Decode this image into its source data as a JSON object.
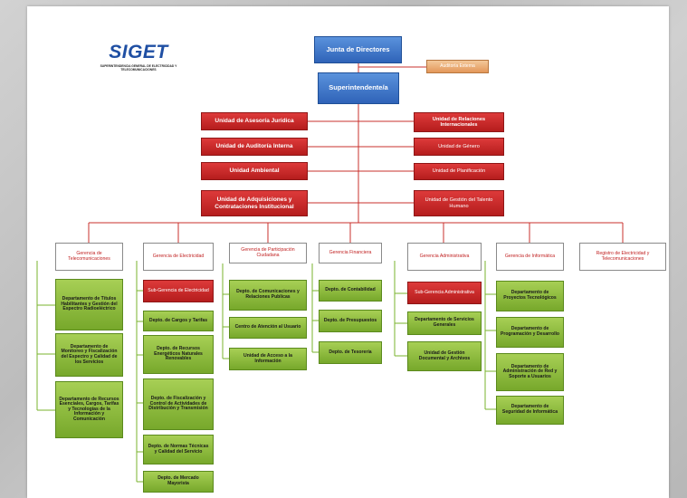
{
  "logo": {
    "text": "SIGET",
    "subtitle": "SUPERINTENDENCIA GENERAL DE ELECTRICIDAD Y TELECOMUNICACIONES"
  },
  "top": {
    "junta": "Junta de Directores",
    "auditoria_externa": "Auditoría Externa",
    "superintendente": "Superintendente/a"
  },
  "units_left": [
    "Unidad de Asesoría Jurídica",
    "Unidad de Auditoría Interna",
    "Unidad Ambiental",
    "Unidad de Adquisiciones y Contrataciones Institucional"
  ],
  "units_right": [
    "Unidad de Relaciones Internacionales",
    "Unidad de Género",
    "Unidad de Planificación",
    "Unidad de Gestión del Talento Humano"
  ],
  "gerencias": [
    {
      "title": "Gerencia de Telecomunicaciones",
      "children": [
        "Departamento de Títulos Habilitantes y Gestión del Espectro Radioeléctrico",
        "Departamento de Monitoreo y Fiscalización del Espectro y Calidad de los Servicios",
        "Departamento de Recursos Esenciales, Cargos, Tarifas y Tecnologías de la Información y Comunicación"
      ]
    },
    {
      "title": "Gerencia de Electricidad",
      "sub": "Sub-Gerencia de Electricidad",
      "children": [
        "Depto. de Cargos y Tarifas",
        "Depto. de Recursos Energéticos Naturales Renovables",
        "Depto. de Fiscalización y Control de Actividades de Distribución y Transmisión",
        "Depto. de Normas Técnicas y Calidad del Servicio",
        "Depto. de Mercado Mayorista"
      ]
    },
    {
      "title": "Gerencia de Participación Ciudadana",
      "children": [
        "Depto. de Comunicaciones y Relaciones Publicas",
        "Centro de Atención al Usuario",
        "Unidad de Acceso a la Información"
      ]
    },
    {
      "title": "Gerencia Financiera",
      "children": [
        "Depto. de Contabilidad",
        "Depto. de Presupuestos",
        "Depto. de Tesorería"
      ]
    },
    {
      "title": "Gerencia Administrativa",
      "sub": "Sub-Gerencia Administrativa",
      "children": [
        "Departamento de Servicios Generales",
        "Unidad de Gestión Documental y Archivos"
      ]
    },
    {
      "title": "Gerencia de Informática",
      "children": [
        "Departamento de Proyectos Tecnológicos",
        "Departamento de Programación y Desarrollo",
        "Departamento de Administración de Red y Soporte a Usuarios",
        "Departamento de Seguridad de Informática"
      ]
    },
    {
      "title": "Registro de Electricidad y Telecomunicaciones",
      "children": []
    }
  ]
}
